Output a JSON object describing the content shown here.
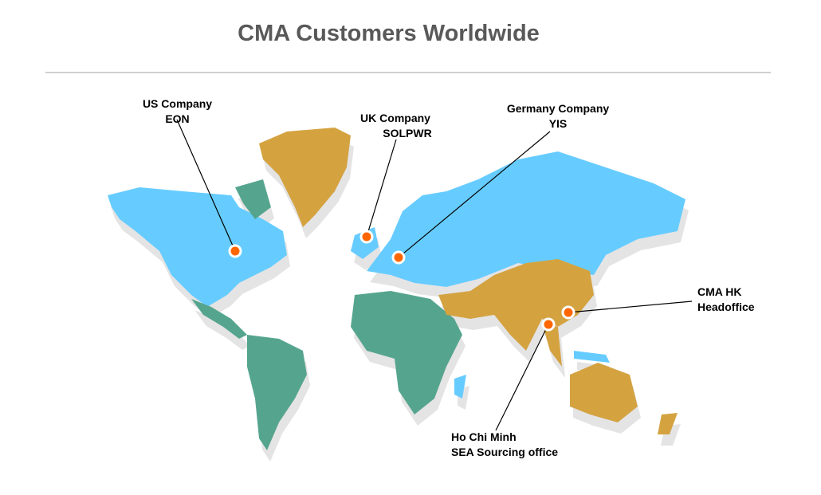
{
  "title": "CMA Customers Worldwide",
  "colors": {
    "blue": "#66CCFF",
    "gold": "#D4A33F",
    "green": "#55A58E",
    "marker": "#FF6600"
  },
  "locations": [
    {
      "line1": "US Company",
      "line2": "EON"
    },
    {
      "line1": "UK Company",
      "line2": "SOLPWR"
    },
    {
      "line1": "Germany Company",
      "line2": "YIS"
    },
    {
      "line1": "CMA HK",
      "line2": "Headoffice"
    },
    {
      "line1": "Ho Chi Minh",
      "line2": "SEA Sourcing office"
    }
  ]
}
